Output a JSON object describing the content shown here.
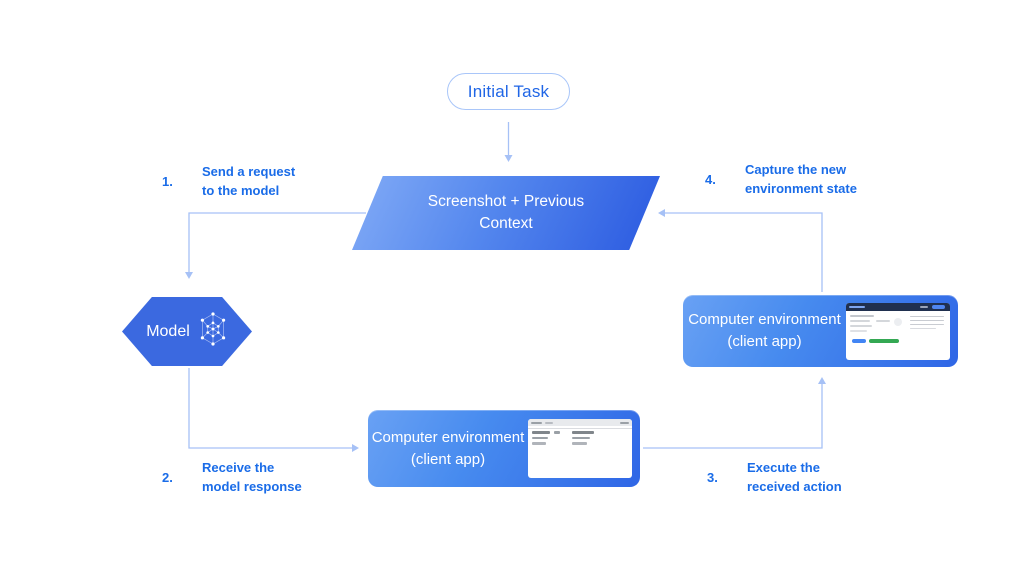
{
  "diagram": {
    "initial_task": {
      "label": "Initial Task"
    },
    "screenshot_context": {
      "line1": "Screenshot + Previous",
      "line2": "Context"
    },
    "model": {
      "label": "Model"
    },
    "env_bottom": {
      "line1": "Computer environment",
      "line2": "(client app)"
    },
    "env_right": {
      "line1": "Computer environment",
      "line2": "(client app)"
    },
    "steps": [
      {
        "number": "1.",
        "line1": "Send a request",
        "line2": "to the model"
      },
      {
        "number": "2.",
        "line1": "Receive the",
        "line2": "model response"
      },
      {
        "number": "3.",
        "line1": "Execute the",
        "line2": "received action"
      },
      {
        "number": "4.",
        "line1": "Capture the new",
        "line2": "environment state"
      }
    ],
    "colors": {
      "accent_text": "#1a6ce8",
      "connector_line": "#a6c1f6",
      "shape_gradient_light": "#82abf6",
      "shape_gradient_dark": "#2a59e0",
      "hexagon": "#3b69e0",
      "thumb_header_navy": "#20304f",
      "thumb_button_green": "#34a853",
      "thumb_button_blue": "#4285f4"
    }
  }
}
